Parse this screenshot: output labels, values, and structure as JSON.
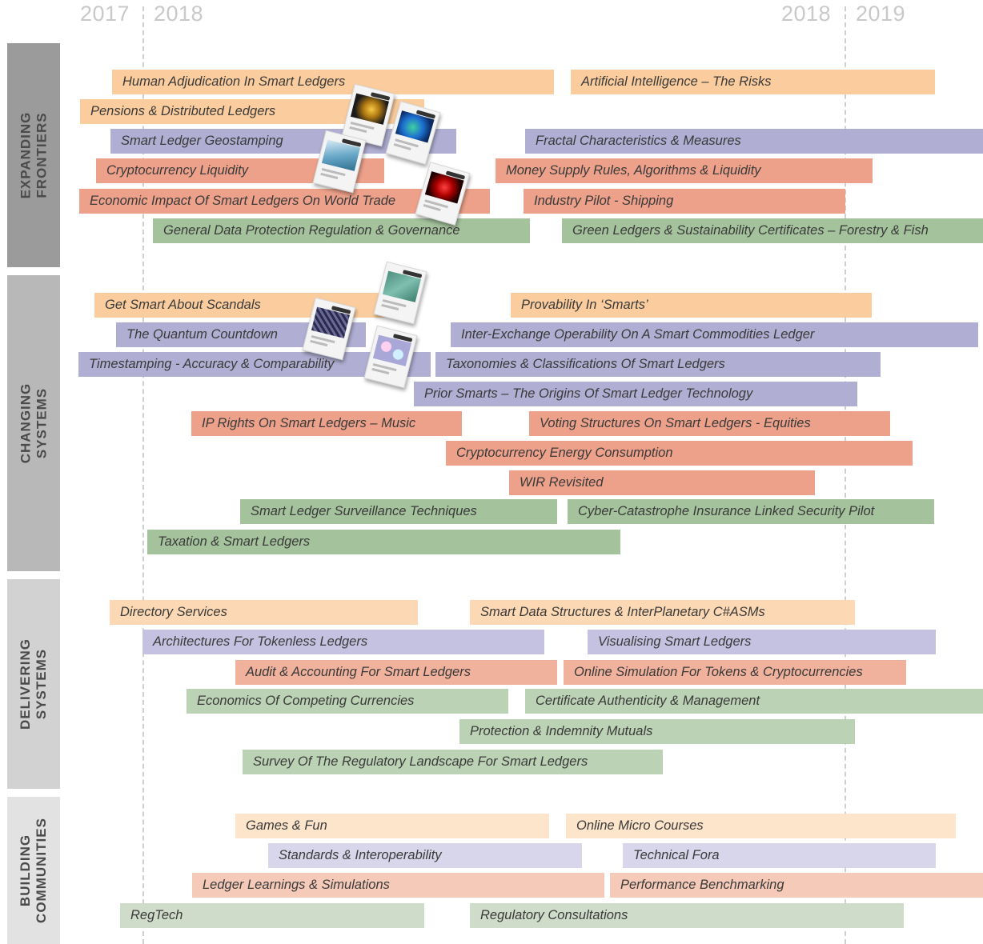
{
  "colors": {
    "orange": "#fbcd9e",
    "orange_light": "#fde5cb",
    "red": "#eda18a",
    "red_light": "#f5cab9",
    "purple": "#b0aed2",
    "purple_light": "#d8d6ea",
    "green": "#a4c29c",
    "green_light": "#cfdcc9",
    "section_dark": "#9b9b9b",
    "section_light": "#d7d7d7"
  },
  "timeline": {
    "years": [
      "2017",
      "2018",
      "2018",
      "2019"
    ]
  },
  "sections": [
    {
      "label_1": "EXPANDING",
      "label_2": "FRONTIERS"
    },
    {
      "label_1": "CHANGING",
      "label_2": "SYSTEMS"
    },
    {
      "label_1": "DELIVERING",
      "label_2": "SYSTEMS"
    },
    {
      "label_1": "BUILDING",
      "label_2": "COMMUNITIES"
    }
  ],
  "items": [
    "Human Adjudication In Smart Ledgers",
    "Artificial Intelligence – The Risks",
    "Pensions & Distributed Ledgers",
    "Smart Ledger Geostamping",
    "Fractal Characteristics & Measures",
    "Cryptocurrency Liquidity",
    "Money Supply Rules, Algorithms & Liquidity",
    "Economic Impact Of Smart Ledgers On World Trade",
    "Industry Pilot - Shipping",
    "General Data Protection Regulation & Governance",
    "Green Ledgers & Sustainability Certificates – Forestry & Fish",
    "Get Smart About Scandals",
    "Provability In ‘Smarts’",
    "The Quantum Countdown",
    "Inter-Exchange Operability On A Smart Commodities Ledger",
    "Timestamping - Accuracy & Comparability",
    "Taxonomies & Classifications Of Smart Ledgers",
    "Prior Smarts – The Origins Of Smart Ledger Technology",
    "IP Rights On Smart Ledgers – Music",
    "Voting Structures On Smart Ledgers - Equities",
    "Cryptocurrency Energy Consumption",
    "WIR Revisited",
    "Smart Ledger Surveillance Techniques",
    "Cyber-Catastrophe Insurance Linked Security Pilot",
    "Taxation & Smart Ledgers",
    "Directory Services",
    "Smart Data Structures & InterPlanetary C#ASMs",
    "Architectures For Tokenless Ledgers",
    "Visualising Smart Ledgers",
    "Audit & Accounting For Smart Ledgers",
    "Online Simulation For Tokens & Cryptocurrencies",
    "Economics Of Competing Currencies",
    "Certificate Authenticity & Management",
    "Protection & Indemnity Mutuals",
    "Survey Of The Regulatory Landscape For Smart Ledgers",
    "Games & Fun",
    "Online Micro Courses",
    "Standards & Interoperability",
    "Technical Fora",
    "Ledger Learnings & Simulations",
    "Performance Benchmarking",
    "RegTech",
    "Regulatory Consultations"
  ]
}
